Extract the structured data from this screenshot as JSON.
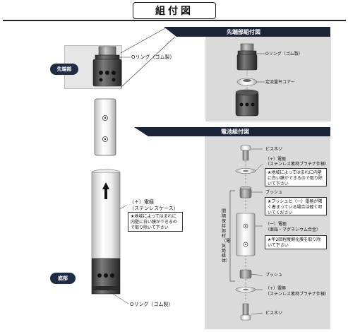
{
  "title": "組付図",
  "left": {
    "tip_badge": "先端部",
    "bottom_badge": "底部",
    "oring_top_label": "Oリング（ゴム製）",
    "electrode_label_line1": "（＋）電極",
    "electrode_label_line2": "（ステンレスケース）",
    "electrode_note": "★地域によってはまれに内壁に白い膜ができるので取り除いて下さい",
    "oring_bottom_label": "Oリング（ゴム製）"
  },
  "tip_panel": {
    "banner": "先端部組付図",
    "oring_label": "Oリング（ゴム製）",
    "valve_label": "定流量弁コアー"
  },
  "battery_panel": {
    "banner": "電池組付図",
    "screw_top_label": "ビスネジ",
    "plus_top_line1": "（+）電極",
    "plus_top_line2": "（ステンレス素材プラチナ仕様）",
    "note1": "★地域によってはまれに内壁に白い膜ができるので取り除いて下さい",
    "bush_top_label": "ブッシュ",
    "note2": "★ブッシュと（ー）電極が隣く着まっている場合は軽く叩いてください",
    "minus_line1": "（ー）電極",
    "minus_line2": "（亜鉛・マグネシウム合金）",
    "note3": "★年2回程度酸化膜を取り除いて下さい",
    "spacer_label": "間隔保持部材（電気絶縁体）",
    "bush_bottom_label": "ブッシュ",
    "plus_bottom_line1": "（+）電極",
    "plus_bottom_line2": "（ステンレス素材プラチナ仕様）",
    "screw_bottom_label": "ビスネジ"
  },
  "colors": {
    "banner_bg": "#1b2336",
    "badge_bg": "#1f2c44",
    "panel_bg": "#dadada",
    "dark_metal": "#4a4a4a",
    "silver": "#e9e9e9"
  }
}
